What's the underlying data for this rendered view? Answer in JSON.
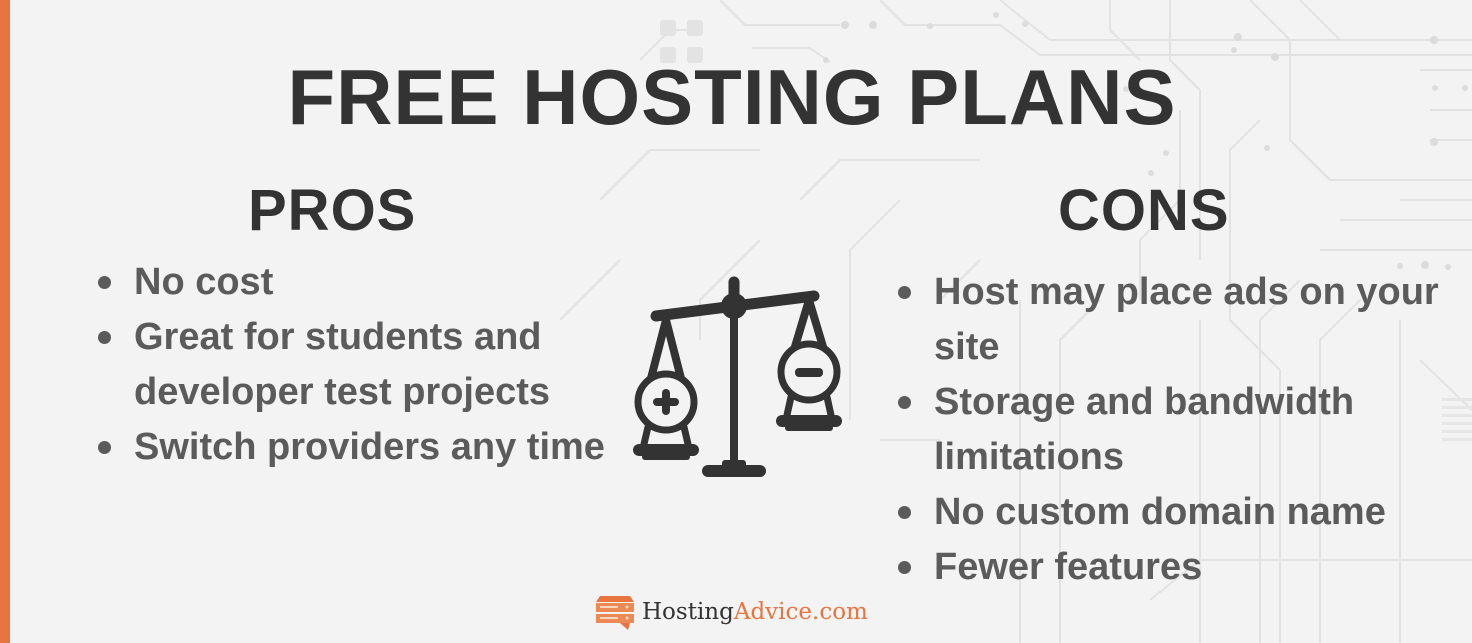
{
  "title": "FREE HOSTING PLANS",
  "pros": {
    "heading": "PROS",
    "items": [
      "No cost",
      "Great for students and developer test projects",
      "Switch providers any time"
    ]
  },
  "cons": {
    "heading": "CONS",
    "items": [
      "Host may place ads on your site",
      "Storage and bandwidth limitations",
      "No custom domain name",
      "Fewer features"
    ]
  },
  "center_icon": "balance-scale-plus-minus-icon",
  "logo": {
    "icon": "server-chat-bubble-icon",
    "text_dark": "Hosting",
    "text_accent": "Advice.com"
  },
  "colors": {
    "accent": "#e8743f",
    "heading": "#333333",
    "body_text": "#5b5b5b",
    "background": "#f3f3f3"
  }
}
